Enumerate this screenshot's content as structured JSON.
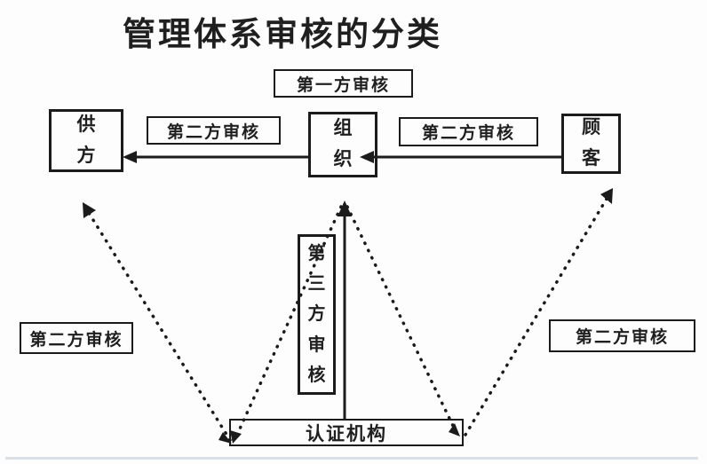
{
  "title": "管理体系审核的分类",
  "diagram": {
    "first_party_label": "第一方审核",
    "second_party_top_left_label": "第二方审核",
    "second_party_top_right_label": "第二方审核",
    "supplier_label": "供方",
    "organization_label": "组织",
    "customer_label": "顾客",
    "third_party_label": "第三方审核",
    "certification_body_label": "认证机构",
    "second_party_bottom_left_label": "第二方审核",
    "second_party_bottom_right_label": "第二方审核"
  },
  "colors": {
    "line": "#1b1b1b",
    "background": "#fdfdfd",
    "text": "#1f1f1f",
    "bottom_divider": "#d4e2ec"
  }
}
